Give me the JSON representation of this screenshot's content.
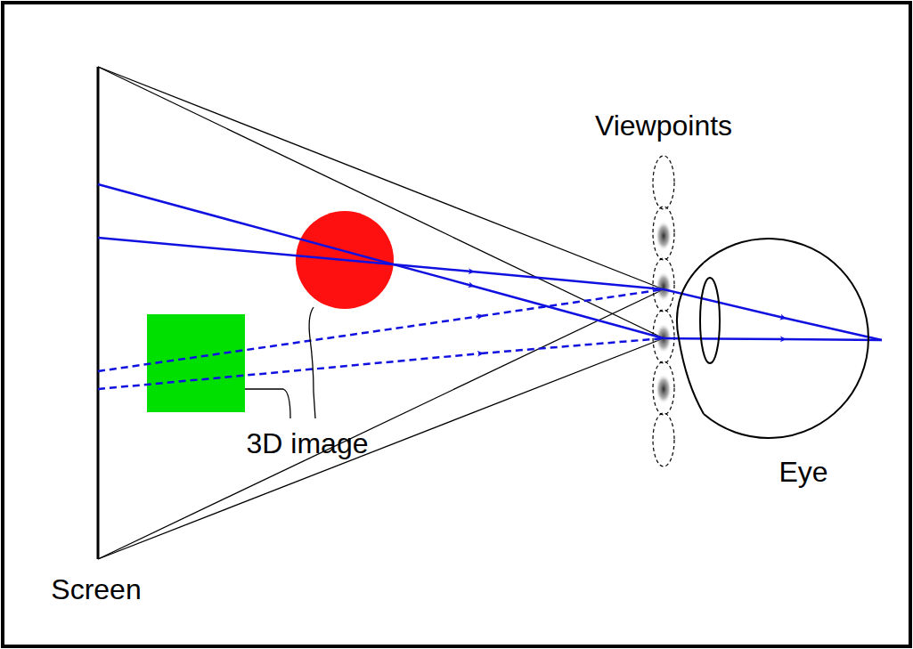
{
  "diagram": {
    "labels": [
      "Viewpoints",
      "3D image",
      "Eye",
      "Screen"
    ]
  }
}
